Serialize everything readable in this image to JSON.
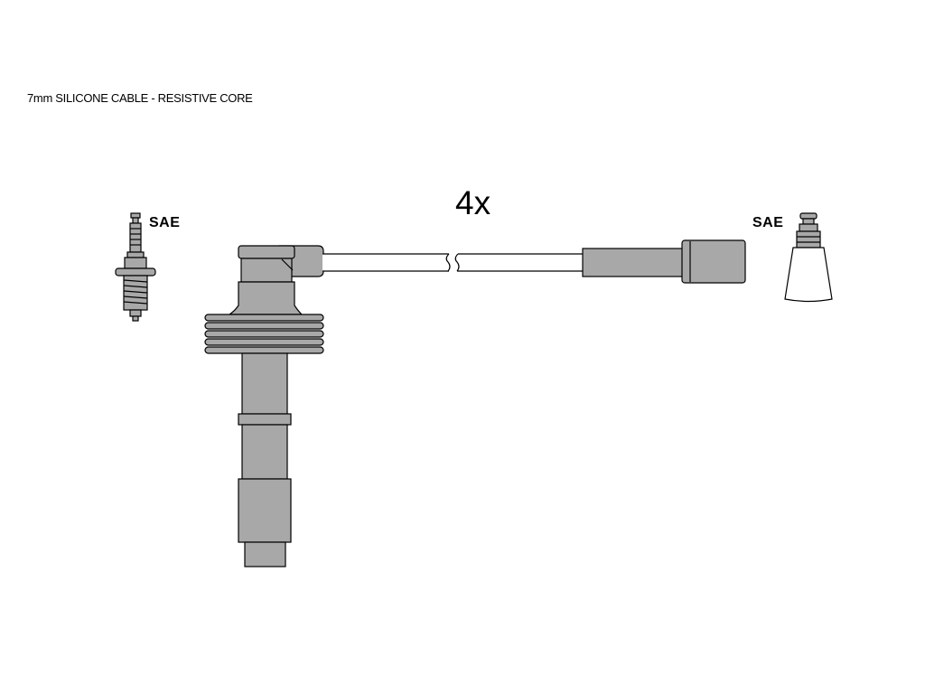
{
  "title": "7mm SILICONE CABLE - RESISTIVE CORE",
  "quantity": "4x",
  "left_connector": {
    "label": "SAE",
    "icon": "spark-plug-icon"
  },
  "right_connector": {
    "label": "SAE",
    "icon": "coil-terminal-icon"
  },
  "colors": {
    "background": "#ffffff",
    "part_fill": "#a8a8a8",
    "cable_fill": "#ffffff",
    "outline": "#000000"
  }
}
